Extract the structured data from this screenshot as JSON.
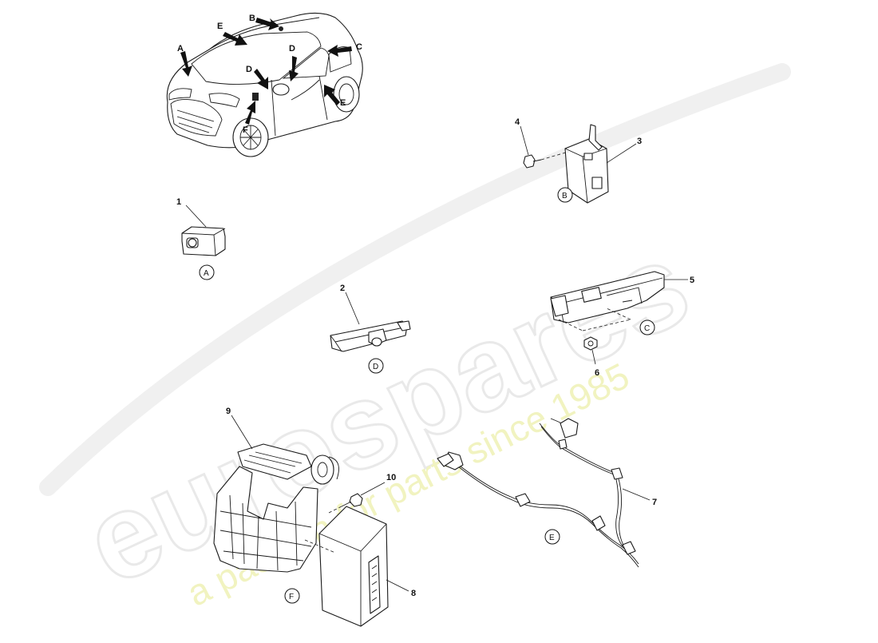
{
  "watermark": {
    "brand": "eurospares",
    "tagline": "a passion for parts since 1985"
  },
  "car_overview": {
    "labels": [
      "A",
      "B",
      "C",
      "D",
      "D",
      "E",
      "E",
      "F"
    ]
  },
  "callouts": [
    {
      "number": "1",
      "location": "A"
    },
    {
      "number": "2",
      "location": "D"
    },
    {
      "number": "3",
      "location": "B"
    },
    {
      "number": "4",
      "location": ""
    },
    {
      "number": "5",
      "location": "C"
    },
    {
      "number": "6",
      "location": ""
    },
    {
      "number": "7",
      "location": "E"
    },
    {
      "number": "8",
      "location": "F"
    },
    {
      "number": "9",
      "location": ""
    },
    {
      "number": "10",
      "location": ""
    }
  ],
  "location_markers": [
    "A",
    "B",
    "C",
    "D",
    "E",
    "F"
  ]
}
